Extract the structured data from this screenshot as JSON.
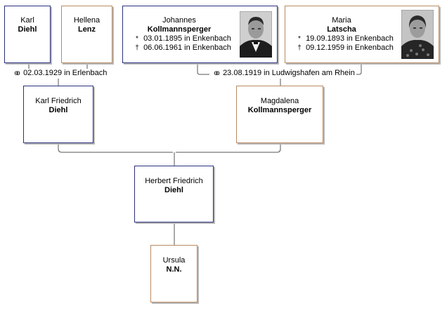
{
  "persons": {
    "karl": {
      "given": "Karl",
      "surname": "Diehl"
    },
    "hellena": {
      "given": "Hellena",
      "surname": "Lenz"
    },
    "johannes": {
      "given": "Johannes",
      "surname": "Kollmannsperger",
      "birth": "03.01.1895 in Enkenbach",
      "death": "06.06.1961 in Enkenbach"
    },
    "maria": {
      "given": "Maria",
      "surname": "Latscha",
      "birth": "19.09.1893 in Enkenbach",
      "death": "09.12.1959 in Enkenbach"
    },
    "karl_friedrich": {
      "given": "Karl Friedrich",
      "surname": "Diehl"
    },
    "magdalena": {
      "given": "Magdalena",
      "surname": "Kollmannsperger"
    },
    "herbert": {
      "given": "Herbert Friedrich",
      "surname": "Diehl"
    },
    "ursula": {
      "given": "Ursula",
      "surname": "N.N."
    }
  },
  "marriages": {
    "m1": "02.03.1929 in Erlenbach",
    "m2": "23.08.1919 in Ludwigshafen am Rhein"
  },
  "symbols": {
    "birth": "*",
    "death": "†",
    "marriage": "oo"
  },
  "colors": {
    "male_border": "#2b2f7e",
    "female_border": "#b98a62",
    "connector": "#555555"
  }
}
